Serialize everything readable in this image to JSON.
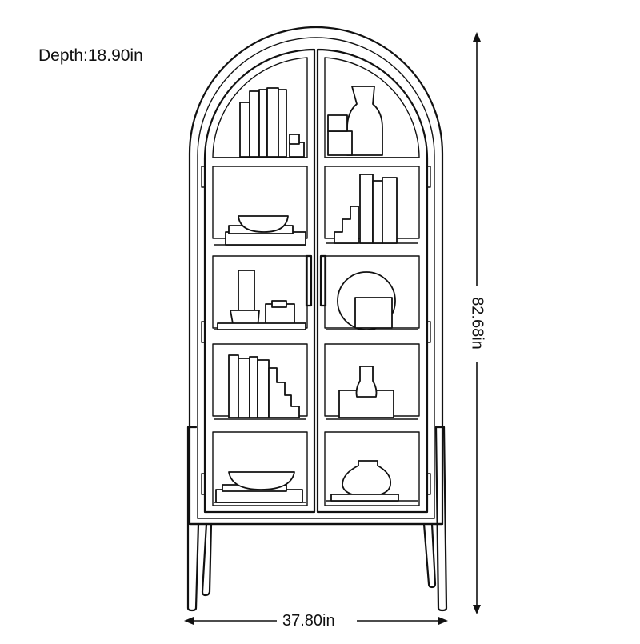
{
  "dimensions": {
    "depth": "Depth:18.90in",
    "width": "37.80in",
    "height": "82.68in"
  },
  "colors": {
    "line": "#111111",
    "background": "#ffffff"
  },
  "icons": [
    "arched-glass-cabinet-drawing",
    "dimension-arrow"
  ]
}
